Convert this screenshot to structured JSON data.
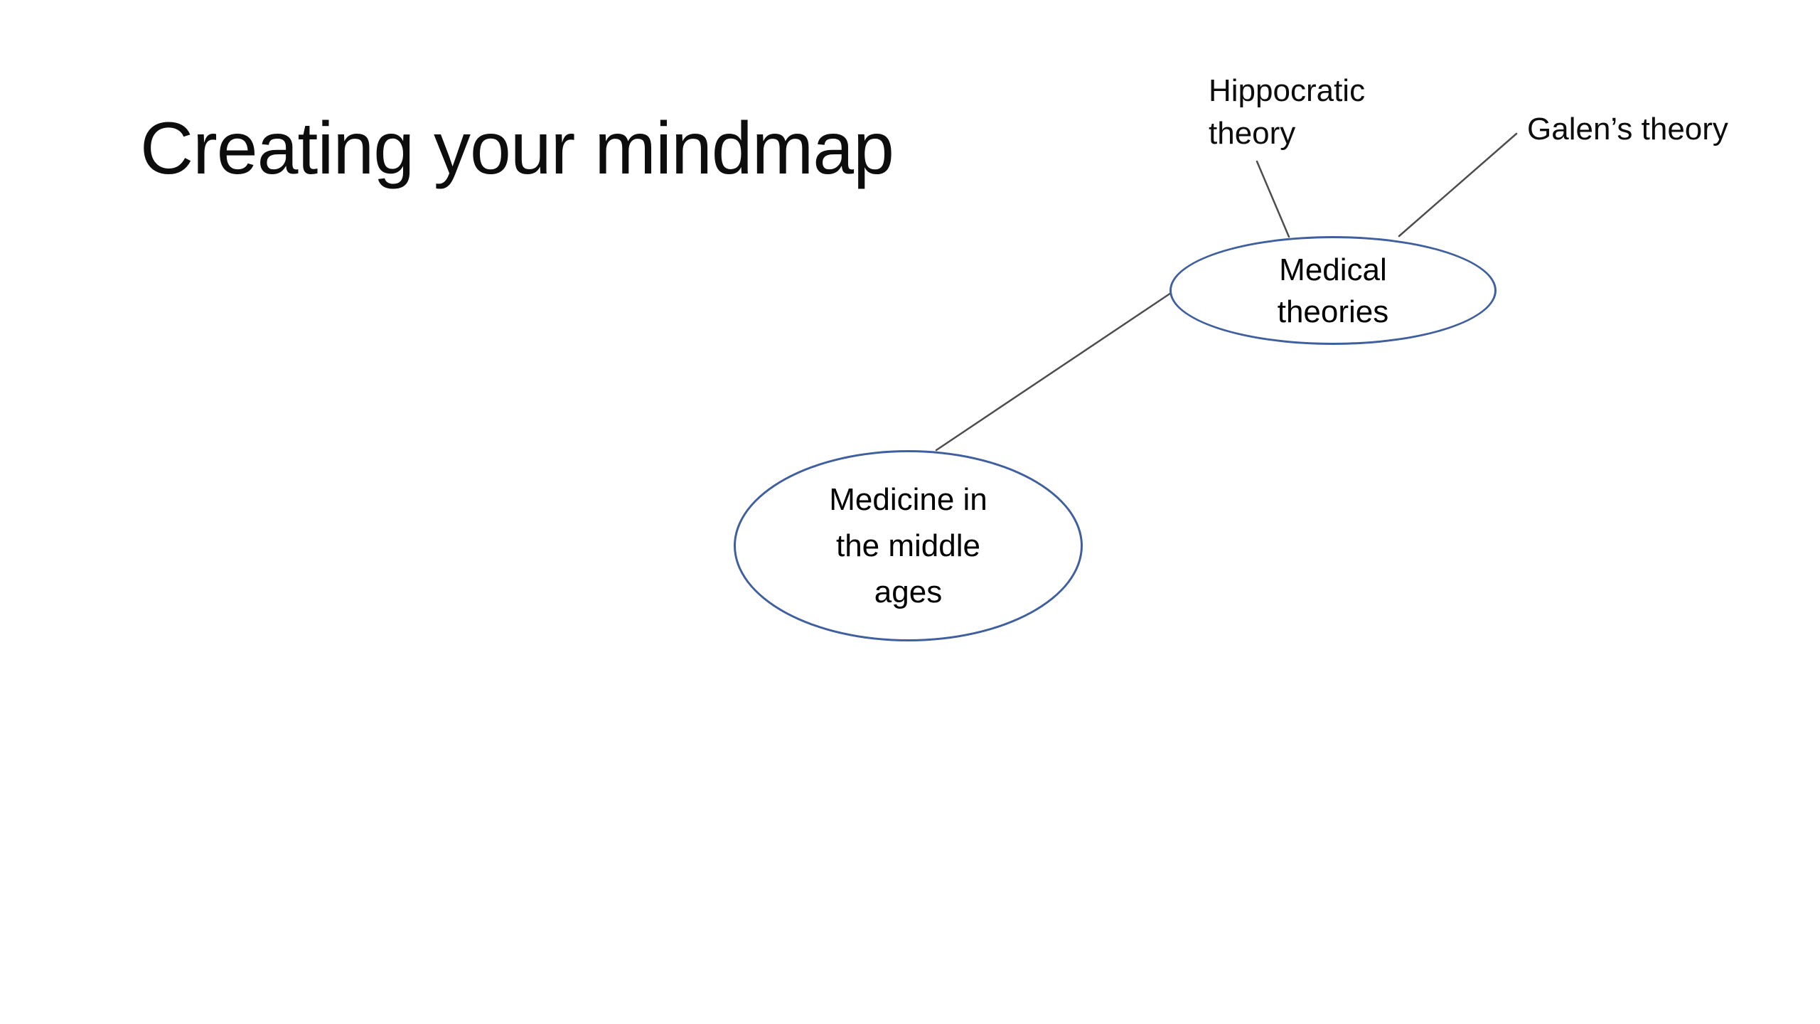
{
  "slide": {
    "title": "Creating your mindmap",
    "background_color": "#ffffff",
    "text_color": "#0d0d0d"
  },
  "mindmap": {
    "ellipse_stroke_color": "#3f5f9e",
    "connector_color": "#4d4d4d",
    "nodes": [
      {
        "name": "medicine-in-the-middle-ages",
        "lines": [
          "Medicine in",
          "the middle",
          "ages"
        ]
      },
      {
        "name": "medical-theories",
        "lines": [
          "Medical",
          "theories"
        ]
      }
    ],
    "branches": [
      {
        "name": "hippocratic-theory",
        "lines": [
          "Hippocratic",
          "theory"
        ]
      },
      {
        "name": "galens-theory",
        "lines": [
          "Galen’s theory"
        ]
      }
    ]
  }
}
